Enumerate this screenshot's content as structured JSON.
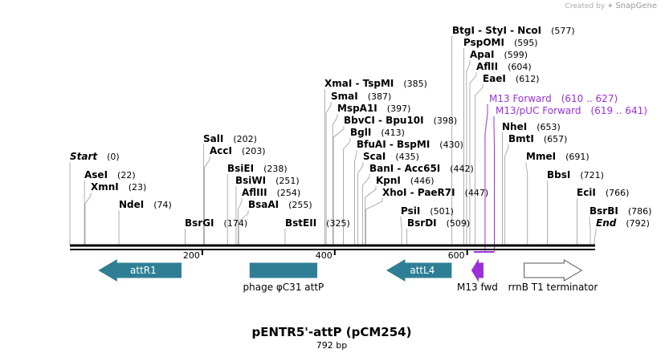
{
  "credit": {
    "prefix": "Created by",
    "brand": "SnapGene"
  },
  "title": "pENTR5'-attP (pCM254)",
  "length_label": "792 bp",
  "sites": [
    {
      "id": "btgi-styi-ncoi",
      "name": "BtgI  - StyI  - NcoI",
      "pos": "(577)",
      "bp": 577
    },
    {
      "id": "pspomi",
      "name": "PspOMI",
      "pos": "(595)",
      "bp": 595
    },
    {
      "id": "apai",
      "name": "ApaI",
      "pos": "(599)",
      "bp": 599
    },
    {
      "id": "aflii",
      "name": "AflII",
      "pos": "(604)",
      "bp": 604
    },
    {
      "id": "eaei",
      "name": "EaeI",
      "pos": "(612)",
      "bp": 612
    },
    {
      "id": "xmai-tspmi",
      "name": "XmaI  - TspMI",
      "pos": "(385)",
      "bp": 385
    },
    {
      "id": "smai",
      "name": "SmaI",
      "pos": "(387)",
      "bp": 387
    },
    {
      "id": "mspa1i",
      "name": "MspA1I",
      "pos": "(397)",
      "bp": 397
    },
    {
      "id": "bbvci-bpu10i",
      "name": "BbvCI  - Bpu10I",
      "pos": "(398)",
      "bp": 398
    },
    {
      "id": "bgli",
      "name": "BglI",
      "pos": "(413)",
      "bp": 413
    },
    {
      "id": "bfuai-bspmi",
      "name": "BfuAI  - BspMI",
      "pos": "(430)",
      "bp": 430
    },
    {
      "id": "scai",
      "name": "ScaI",
      "pos": "(435)",
      "bp": 435
    },
    {
      "id": "bani-acc65i",
      "name": "BanI  - Acc65I",
      "pos": "(442)",
      "bp": 442
    },
    {
      "id": "kpni",
      "name": "KpnI",
      "pos": "(446)",
      "bp": 446
    },
    {
      "id": "xhoi-paer7i",
      "name": "XhoI  - PaeR7I",
      "pos": "(447)",
      "bp": 447
    },
    {
      "id": "psii",
      "name": "PsiI",
      "pos": "(501)",
      "bp": 501
    },
    {
      "id": "bsrdi",
      "name": "BsrDI",
      "pos": "(509)",
      "bp": 509
    },
    {
      "id": "nhei",
      "name": "NheI",
      "pos": "(653)",
      "bp": 653
    },
    {
      "id": "bmti",
      "name": "BmtI",
      "pos": "(657)",
      "bp": 657
    },
    {
      "id": "mmei",
      "name": "MmeI",
      "pos": "(691)",
      "bp": 691
    },
    {
      "id": "bbsi",
      "name": "BbsI",
      "pos": "(721)",
      "bp": 721
    },
    {
      "id": "ecii",
      "name": "EciI",
      "pos": "(766)",
      "bp": 766
    },
    {
      "id": "bsrbi",
      "name": "BsrBI",
      "pos": "(786)",
      "bp": 786
    },
    {
      "id": "end",
      "name": "End",
      "pos": "(792)",
      "bp": 792,
      "italic": true
    },
    {
      "id": "sali",
      "name": "SalI",
      "pos": "(202)",
      "bp": 202
    },
    {
      "id": "acci",
      "name": "AccI",
      "pos": "(203)",
      "bp": 203
    },
    {
      "id": "bsiei",
      "name": "BsiEI",
      "pos": "(238)",
      "bp": 238
    },
    {
      "id": "bsiwi",
      "name": "BsiWI",
      "pos": "(251)",
      "bp": 251
    },
    {
      "id": "afliii",
      "name": "AflIII",
      "pos": "(254)",
      "bp": 254
    },
    {
      "id": "bsaai",
      "name": "BsaAI",
      "pos": "(255)",
      "bp": 255
    },
    {
      "id": "bsrgi",
      "name": "BsrGI",
      "pos": "(174)",
      "bp": 174
    },
    {
      "id": "bsteii",
      "name": "BstEII",
      "pos": "(325)",
      "bp": 325
    },
    {
      "id": "start",
      "name": "Start",
      "pos": "(0)",
      "bp": 0,
      "italic": true
    },
    {
      "id": "asei",
      "name": "AseI",
      "pos": "(22)",
      "bp": 22
    },
    {
      "id": "xmni",
      "name": "XmnI",
      "pos": "(23)",
      "bp": 23
    },
    {
      "id": "ndei",
      "name": "NdeI",
      "pos": "(74)",
      "bp": 74
    }
  ],
  "primers": [
    {
      "id": "m13-forward",
      "name": "M13 Forward",
      "range": "(610 .. 627)",
      "start": 610,
      "end": 627
    },
    {
      "id": "m13-puc-forward",
      "name": "M13/pUC Forward",
      "range": "(619 .. 641)",
      "start": 619,
      "end": 641
    }
  ],
  "ticks": [
    "200",
    "400",
    "600"
  ],
  "features": [
    {
      "id": "attr1",
      "label": "attR1",
      "start": 44,
      "end": 168,
      "direction": "reverse",
      "color": "#2e7f96",
      "label_inside": true
    },
    {
      "id": "phage-attp",
      "label": "phage φC31 attP",
      "start": 272,
      "end": 373,
      "direction": "none",
      "color": "#2e7f96",
      "label_inside": false
    },
    {
      "id": "attl4",
      "label": "attL4",
      "start": 479,
      "end": 576,
      "direction": "reverse",
      "color": "#2e7f96",
      "label_inside": true
    },
    {
      "id": "m13-fwd",
      "label": "M13 fwd",
      "start": 607,
      "end": 624,
      "direction": "reverse",
      "color": "#9b30d9",
      "label_inside": false
    },
    {
      "id": "rrnb-t1",
      "label": "rrnB T1 terminator",
      "start": 686,
      "end": 773,
      "direction": "forward",
      "color": "#ffffff",
      "label_inside": false
    }
  ]
}
